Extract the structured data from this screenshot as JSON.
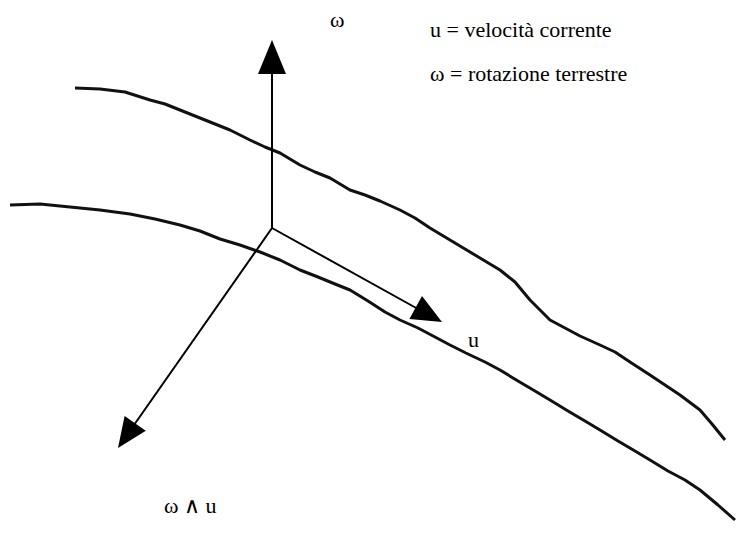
{
  "diagram": {
    "labels": [
      "ω",
      "u = velocità corrente",
      "ω = rotazione terrestre",
      "u",
      "ω ∧ u"
    ]
  }
}
